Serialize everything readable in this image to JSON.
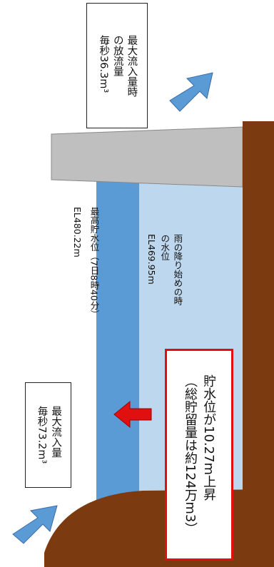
{
  "labels": {
    "outflow_line1": "最大流入量時",
    "outflow_line2": "の放流量",
    "outflow_line3": "毎秒36.3m³",
    "max_level_line1": "最高貯水位（7日8時40分）",
    "max_level_line2": "EL480.22m",
    "start_level_line1": "雨の降り始めの時",
    "start_level_line2": "の水位",
    "start_level_line3": "EL469.95m",
    "inflow_line1": "最大流入量",
    "inflow_line2": "毎秒73.2m³",
    "rise_line1": "貯水位が10.27m上昇",
    "rise_line2": "（総貯留量は約124万m3）"
  },
  "colors": {
    "upper_water": "#5b9bd5",
    "lower_water": "#bdd7ee",
    "dam": "#bfbfbf",
    "ground": "#7b3a10",
    "arrow_blue": "#5b9bd5",
    "arrow_red": "#e01010"
  }
}
